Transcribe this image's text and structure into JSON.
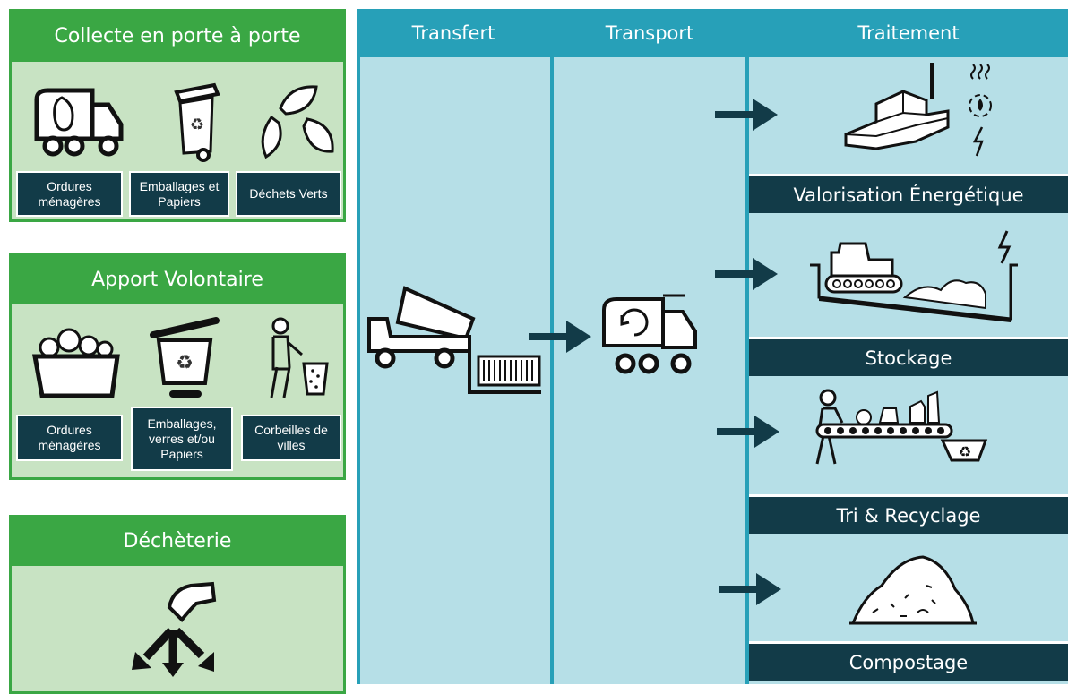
{
  "collecte": {
    "title": "Collecte en porte à porte",
    "items": [
      {
        "label": "Ordures ménagères"
      },
      {
        "label": "Emballages et Papiers"
      },
      {
        "label": "Déchets Verts"
      }
    ]
  },
  "apport": {
    "title": "Apport Volontaire",
    "items": [
      {
        "label": "Ordures ménagères"
      },
      {
        "label": "Emballages, verres et/ou Papiers"
      },
      {
        "label": "Corbeilles de villes"
      }
    ]
  },
  "decheterie": {
    "title": "Déchèterie"
  },
  "columns": {
    "transfert": "Transfert",
    "transport": "Transport",
    "traitement": "Traitement"
  },
  "traitements": [
    {
      "label": "Valorisation Énergétique"
    },
    {
      "label": "Stockage"
    },
    {
      "label": "Tri & Recyclage"
    },
    {
      "label": "Compostage"
    }
  ],
  "colors": {
    "green_header": "#3aa744",
    "green_panel": "#c8e3c3",
    "dark_label": "#123b48",
    "flow_bg": "#b6dfe7",
    "flow_header": "#27a0b8"
  },
  "icons": [
    "garbage-truck-icon",
    "wheelie-bin-icon",
    "leaves-icon",
    "overflowing-container-icon",
    "recycling-bin-icon",
    "person-throwing-trash-icon",
    "hand-drop-arrows-icon",
    "dump-truck-icon",
    "transfer-container-icon",
    "compactor-truck-icon",
    "incinerator-plant-icon",
    "landfill-bulldozer-icon",
    "sorting-conveyor-icon",
    "compost-pile-icon",
    "arrow-right-icon"
  ]
}
